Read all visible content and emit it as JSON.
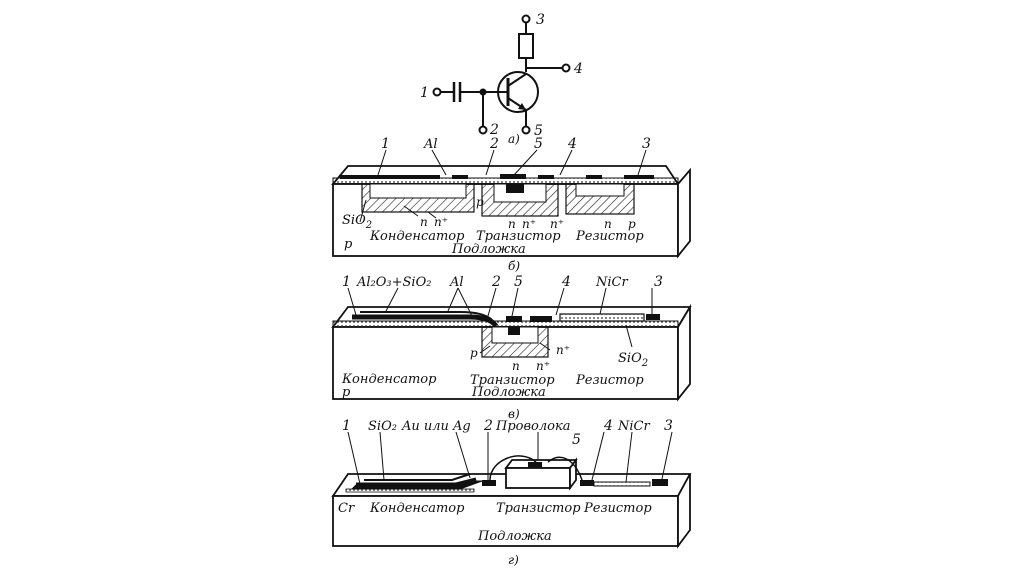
{
  "schematic": {
    "terminals": [
      "1",
      "2",
      "3",
      "4",
      "5"
    ],
    "caption": "а)"
  },
  "panel_b": {
    "caption": "б)",
    "callouts": [
      "1",
      "Al",
      "2",
      "5",
      "4",
      "3"
    ],
    "labels": {
      "sio2": "SiO",
      "sio2_sub": "2",
      "p_sub": "p",
      "cap": "Конденсатор",
      "tr": "Транзистор",
      "res": "Резистор",
      "substrate": "Подложка",
      "p_base": "p",
      "n1": "n",
      "n1p": "n⁺",
      "n2": "n",
      "n2p": "n⁺",
      "n2p_b": "n⁺",
      "n3": "n",
      "p3": "p"
    }
  },
  "panel_v": {
    "caption": "в)",
    "callouts": [
      "1",
      "Al₂O₃+SiO₂",
      "Al",
      "2",
      "5",
      "4",
      "NiCr",
      "3"
    ],
    "labels": {
      "p_base": "p",
      "n": "n",
      "np": "n⁺",
      "np2": "n⁺",
      "sio2": "SiO",
      "sio2_sub": "2",
      "cap": "Конденсатор",
      "p_sub": "p",
      "tr": "Транзистор",
      "res": "Резистор",
      "substrate": "Подложка"
    }
  },
  "panel_g": {
    "caption": "г)",
    "callouts": [
      "1",
      "SiO₂",
      "Au или Ag",
      "2",
      "Проволока",
      "5",
      "4",
      "NiCr",
      "3"
    ],
    "labels": {
      "cr": "Cr",
      "cap": "Конденсатор",
      "tr": "Транзистор",
      "res": "Резистор",
      "substrate": "Подложка"
    }
  },
  "colors": {
    "ink": "#111111",
    "paper": "#ffffff"
  }
}
